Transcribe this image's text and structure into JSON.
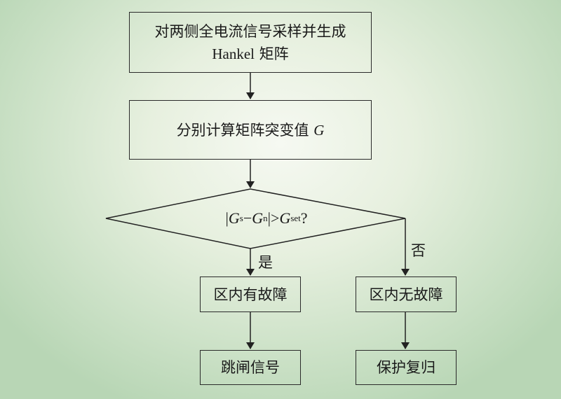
{
  "step1": {
    "line1": "对两侧全电流信号采样并生成",
    "line2_latin": "Hankel",
    "line2_cjk": " 矩阵"
  },
  "step2": {
    "text": "分别计算矩阵突变值 ",
    "var": "G"
  },
  "decision": {
    "bar_open": "|",
    "g": "G",
    "sub_s": "s",
    "minus": "−",
    "sub_n": "n",
    "bar_close": "|>",
    "sub_set": "set",
    "question": "?"
  },
  "branch_yes": "是",
  "branch_no": "否",
  "yes_fault": "区内有故障",
  "yes_action": "跳闸信号",
  "no_fault": "区内无故障",
  "no_action": "保护复归"
}
